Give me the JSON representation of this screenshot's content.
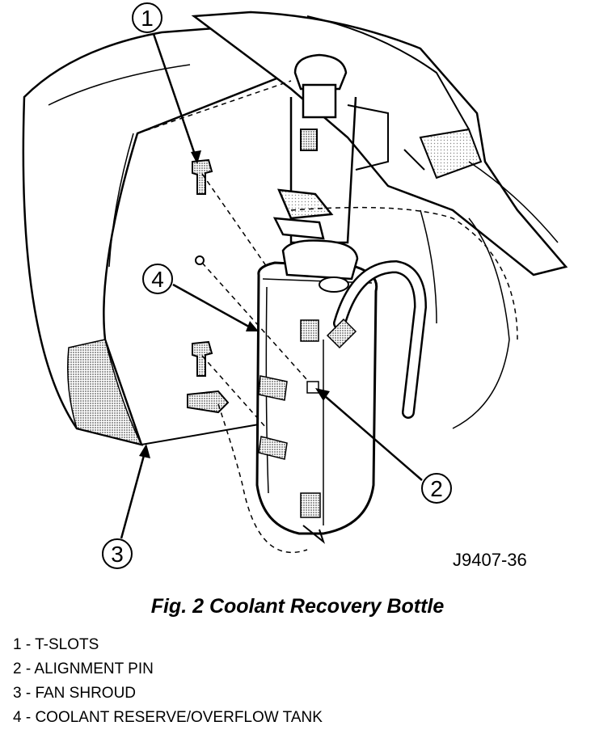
{
  "callouts": [
    "1",
    "2",
    "3",
    "4"
  ],
  "figure_id": "J9407-36",
  "caption": "Fig. 2 Coolant Recovery Bottle",
  "legend": [
    "1 - T-SLOTS",
    "2 - ALIGNMENT PIN",
    "3 - FAN SHROUD",
    "4 - COOLANT RESERVE/OVERFLOW TANK"
  ]
}
